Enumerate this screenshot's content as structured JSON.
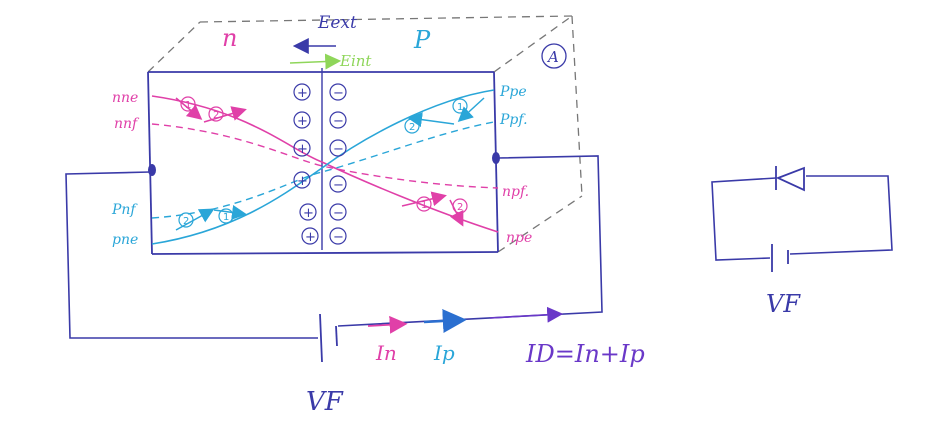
{
  "colors": {
    "ink": "#3a3aa8",
    "magenta": "#e040a8",
    "cyan": "#2aa6d8",
    "green": "#8fd65a",
    "purple": "#6a38c8",
    "gray": "#777777",
    "blue_arrow": "#2b6fd0"
  },
  "labels": {
    "region_n": "n",
    "region_p": "P",
    "e_ext": "Eext",
    "e_int": "Eint",
    "corner_mark": "A",
    "n_ne": "nne",
    "n_nf": "nnf",
    "p_pe": "Ppe",
    "p_pf": "Ppf.",
    "p_nf": "Pnf",
    "p_ne": "pne",
    "n_pf": "npf.",
    "n_pe": "npe",
    "step_1": "1",
    "step_2": "2",
    "current_n": "In",
    "current_p": "Ip",
    "current_total": "ID=In+Ip",
    "voltage_main": "VF",
    "voltage_small": "VF"
  },
  "charges": {
    "positive": [
      "+",
      "+",
      "+",
      "+",
      "+",
      "+"
    ],
    "negative": [
      "−",
      "−",
      "−",
      "−",
      "−",
      "−"
    ]
  },
  "icons": {
    "battery_main": "battery-icon",
    "battery_small": "battery-icon",
    "diode": "diode-icon"
  }
}
